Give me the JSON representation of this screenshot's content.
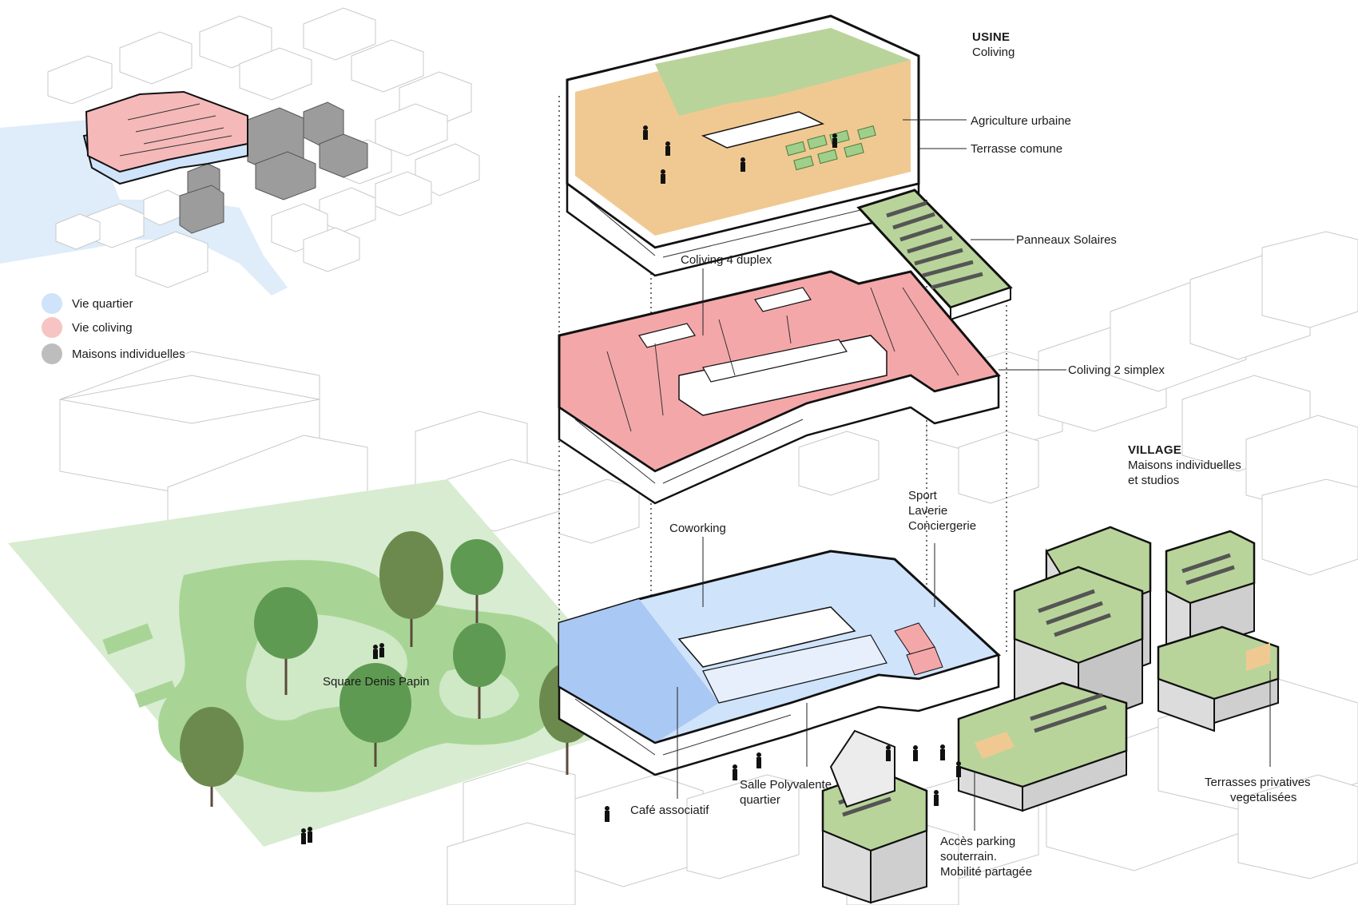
{
  "legend": [
    {
      "label": "Vie quartier",
      "color": "#cfe3fb"
    },
    {
      "label": "Vie coliving",
      "color": "#f7c3c3"
    },
    {
      "label": "Maisons individuelles",
      "color": "#bdbdbd"
    }
  ],
  "colors": {
    "quartier": "#cfe3fb",
    "quartier_dark": "#a9c8f3",
    "coliving": "#f4a7a9",
    "maisons": "#a3a3a3",
    "park": "#cfe8c6",
    "park_dark": "#8fc77e",
    "roof_green": "#b9d49a",
    "terrasse": "#f0c992",
    "context": "#f2f2f2"
  },
  "sections": {
    "usine": {
      "title": "USINE",
      "subtitle": "Coliving"
    },
    "village": {
      "title": "VILLAGE",
      "subtitle_line1": "Maisons individuelles",
      "subtitle_line2": "et studios"
    }
  },
  "labels": {
    "agriculture": "Agriculture urbaine",
    "terrasse": "Terrasse comune",
    "panneaux": "Panneaux Solaires",
    "duplex": "Coliving 4 duplex",
    "simplex": "Coliving 2 simplex",
    "coworking": "Coworking",
    "sport": "Sport",
    "laverie": "Laverie",
    "conciergerie": "Conciergerie",
    "square": "Square Denis Papin",
    "salle_line1": "Salle Polyvalente",
    "salle_line2": "quartier",
    "cafe": "Café associatif",
    "acces_line1": "Accès parking",
    "acces_line2": "souterrain.",
    "acces_line3": "Mobilité partagée",
    "terrasses_line1": "Terrasses privatives",
    "terrasses_line2": "vegetalisées"
  }
}
